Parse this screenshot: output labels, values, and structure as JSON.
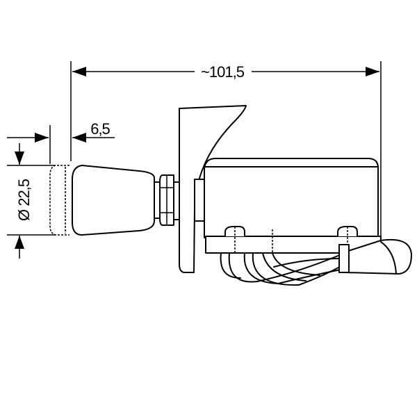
{
  "dimensions": {
    "overall_length": "~101,5",
    "flange_offset": "6,5",
    "knob_diameter": "Ø 22,5"
  }
}
